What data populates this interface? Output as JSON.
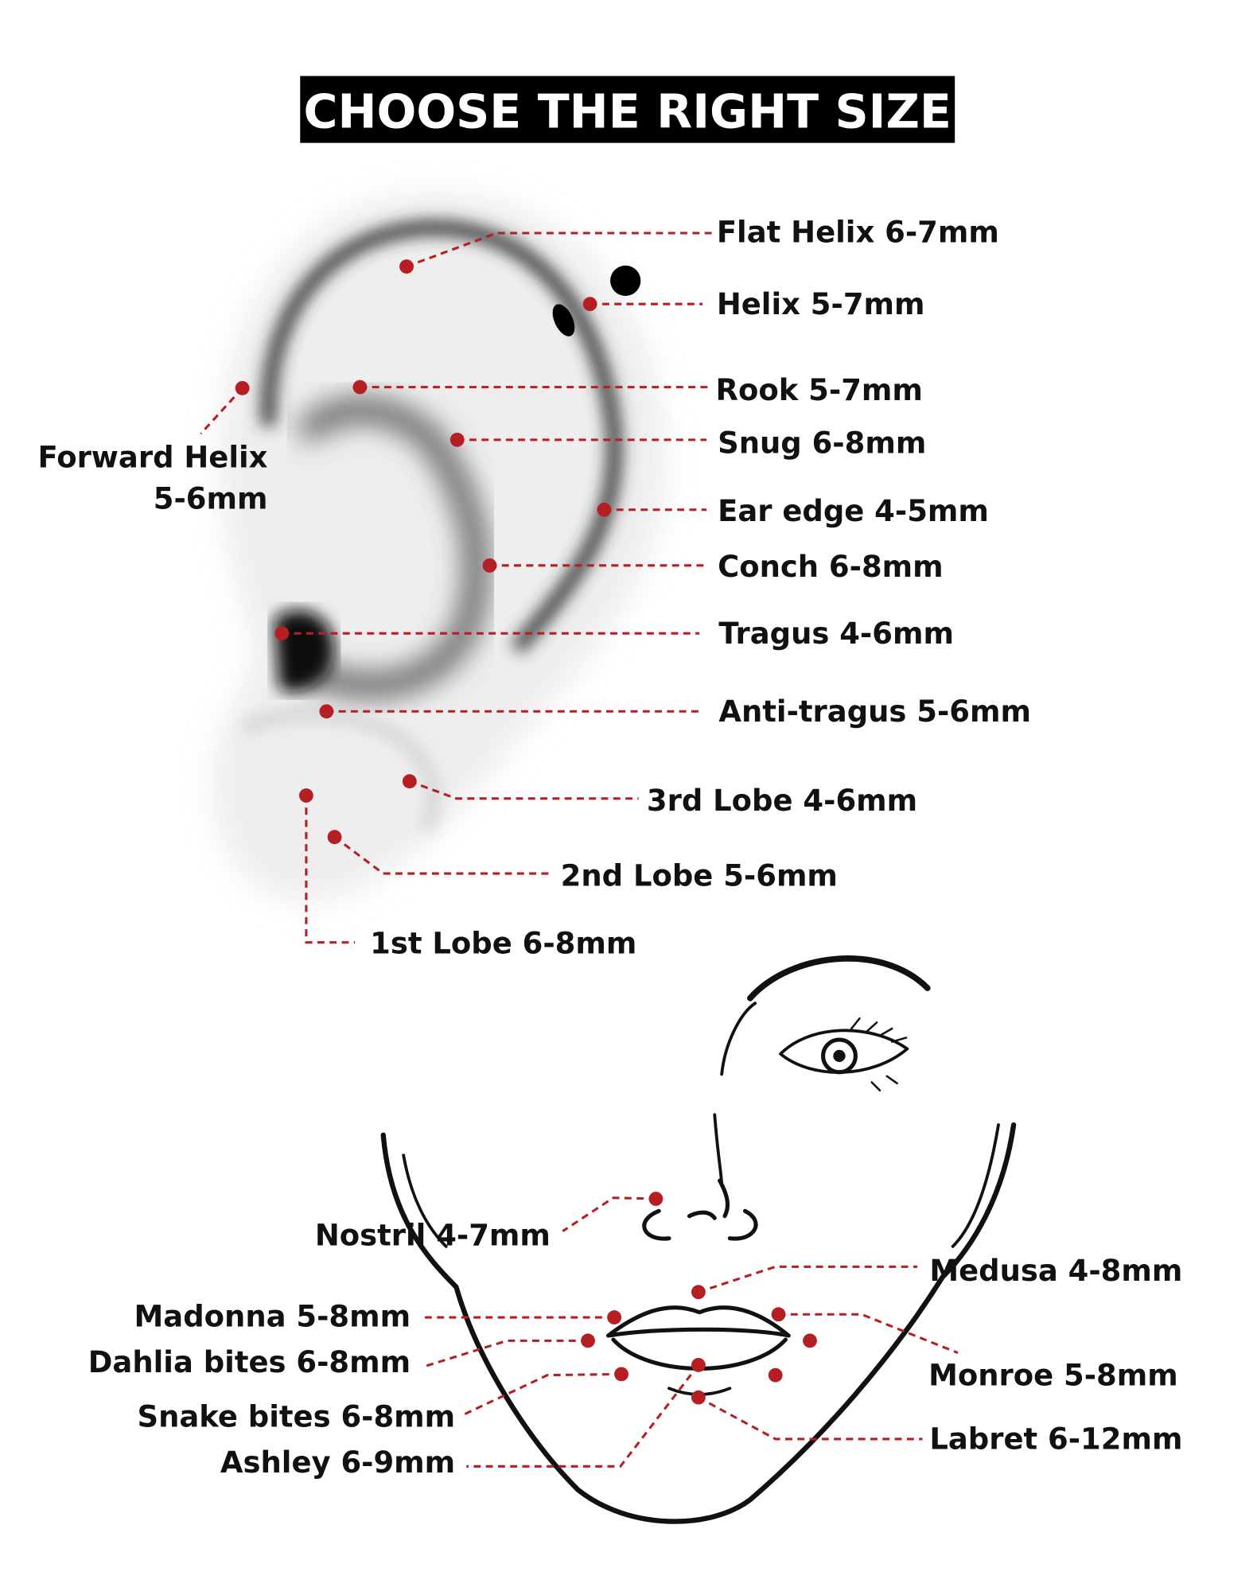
{
  "title": "CHOOSE THE RIGHT SIZE",
  "accent_color": "#b51f24",
  "ear": {
    "flat_helix": "Flat Helix 6-7mm",
    "helix": "Helix 5-7mm",
    "rook": "Rook 5-7mm",
    "snug": "Snug 6-8mm",
    "ear_edge": "Ear edge 4-5mm",
    "conch": "Conch 6-8mm",
    "tragus": "Tragus 4-6mm",
    "anti_tragus": "Anti-tragus 5-6mm",
    "third_lobe": "3rd Lobe 4-6mm",
    "second_lobe": "2nd Lobe 5-6mm",
    "first_lobe": "1st Lobe 6-8mm",
    "forward_helix_line1": "Forward Helix",
    "forward_helix_line2": "5-6mm"
  },
  "face": {
    "nostril": "Nostril 4-7mm",
    "medusa": "Medusa 4-8mm",
    "madonna": "Madonna 5-8mm",
    "dahlia": "Dahlia bites 6-8mm",
    "monroe": "Monroe 5-8mm",
    "snake": "Snake bites 6-8mm",
    "ashley": "Ashley 6-9mm",
    "labret": "Labret 6-12mm"
  }
}
